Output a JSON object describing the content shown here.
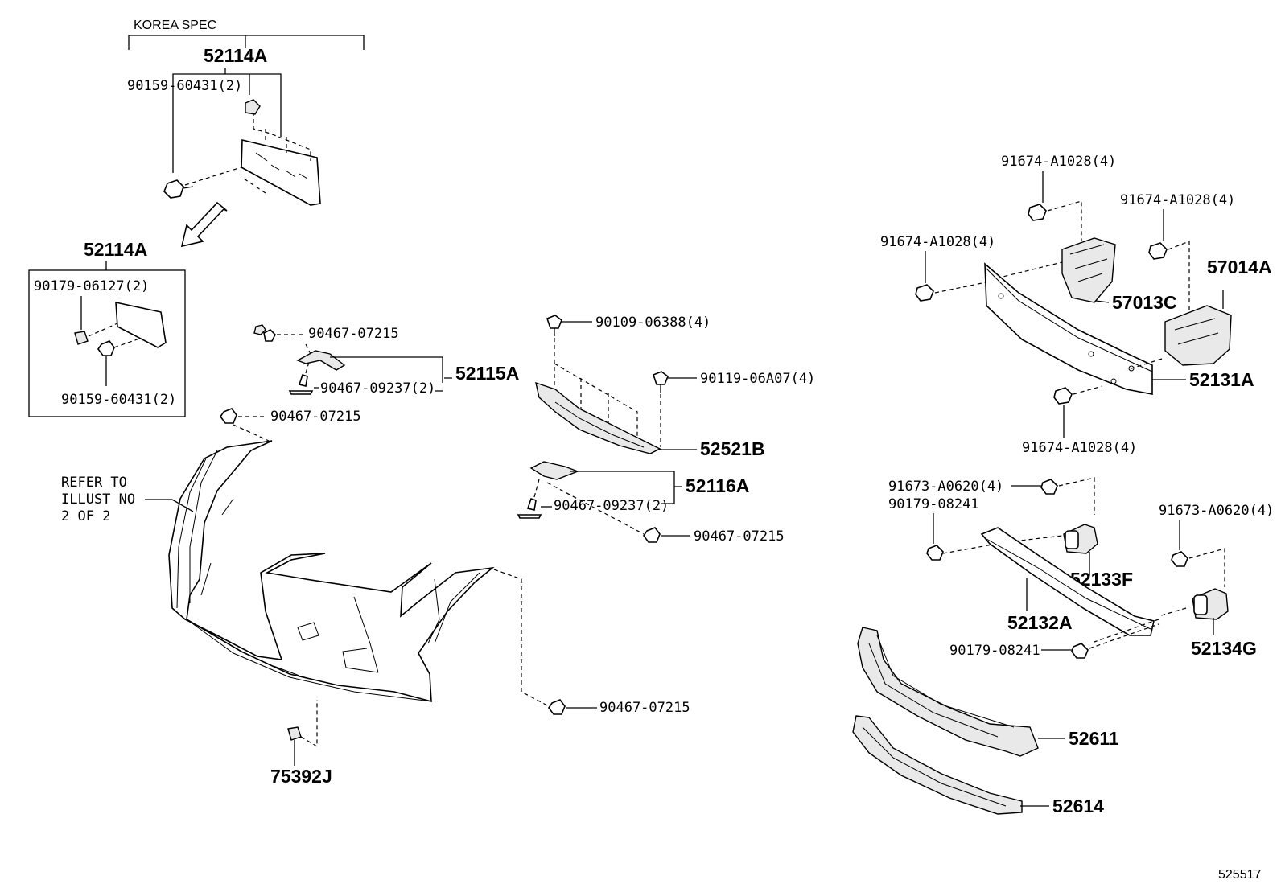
{
  "header": {
    "korea_spec": "KOREA SPEC"
  },
  "labels": {
    "p52114A_top": "52114A",
    "p52114A_box": "52114A",
    "p90159_top": "90159-60431(2)",
    "p90179_06127": "90179-06127(2)",
    "p90159_box": "90159-60431(2)",
    "p90467_a": "90467-07215",
    "p52115A": "52115A",
    "p90467_09237_a": "90467-09237(2)",
    "p90467_b": "90467-07215",
    "refer_1": "REFER TO",
    "refer_2": "ILLUST NO",
    "refer_3": "2 OF 2",
    "p90109": "90109-06388(4)",
    "p90119": "90119-06A07(4)",
    "p52521B": "52521B",
    "p52116A": "52116A",
    "p90467_09237_b": "90467-09237(2)",
    "p90467_c": "90467-07215",
    "p90467_d": "90467-07215",
    "p75392J": "75392J",
    "p91674_a": "91674-A1028(4)",
    "p91674_b": "91674-A1028(4)",
    "p91674_c": "91674-A1028(4)",
    "p57014A": "57014A",
    "p57013C": "57013C",
    "p52131A": "52131A",
    "p91674_d": "91674-A1028(4)",
    "p91673_a": "91673-A0620(4)",
    "p90179_08241_a": "90179-08241",
    "p91673_b": "91673-A0620(4)",
    "p52133F": "52133F",
    "p52132A": "52132A",
    "p90179_08241_b": "90179-08241",
    "p52134G": "52134G",
    "p52611": "52611",
    "p52614": "52614",
    "ref_number": "525517"
  }
}
